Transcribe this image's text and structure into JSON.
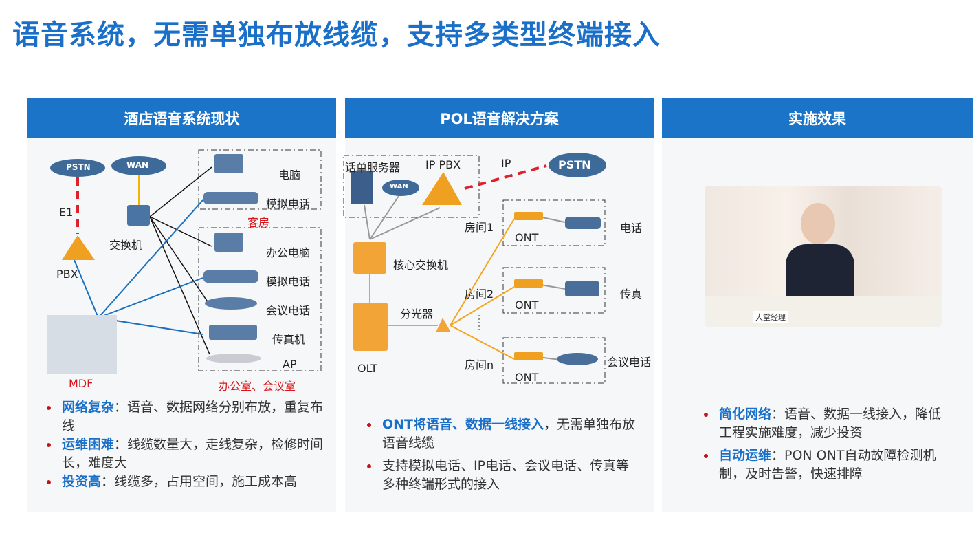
{
  "title": "语音系统，无需单独布放线缆，支持多类型终端接入",
  "panels": [
    {
      "header": "酒店语音系统现状",
      "labels": {
        "pstn": "PSTN",
        "wan": "WAN",
        "e1": "E1",
        "pbx": "PBX",
        "switch": "交换机",
        "mdf": "MDF",
        "pc": "电脑",
        "analog_phone": "模拟电话",
        "guest_room": "客房",
        "office_pc": "办公电脑",
        "analog_phone2": "模拟电话",
        "conf_phone": "会议电话",
        "fax": "传真机",
        "ap": "AP",
        "office": "办公室、会议室"
      },
      "bullets": [
        {
          "key": "网络复杂",
          "text": "：语音、数据网络分别布放，重复布线"
        },
        {
          "key": "运维困难",
          "text": "：线缆数量大，走线复杂，检修时间长，难度大"
        },
        {
          "key": "投资高",
          "text": "：线缆多，占用空间，施工成本高"
        }
      ]
    },
    {
      "header": "POL语音解决方案",
      "labels": {
        "billing_server": "话单服务器",
        "ip_pbx": "IP PBX",
        "wan": "WAN",
        "ip": "IP",
        "pstn": "PSTN",
        "core_switch": "核心交换机",
        "olt": "OLT",
        "splitter": "分光器",
        "room1": "房间1",
        "room2": "房间2",
        "roomn": "房间n",
        "ont1": "ONT",
        "ont2": "ONT",
        "ont3": "ONT",
        "phone": "电话",
        "fax": "传真",
        "conf_phone": "会议电话"
      },
      "bullets": [
        {
          "key": "ONT将语音、数据一线接入",
          "text": "，无需单独布放语音线缆"
        },
        {
          "key": "",
          "text": "支持模拟电话、IP电话、会议电话、传真等多种终端形式的接入"
        }
      ]
    },
    {
      "header": "实施效果",
      "photo_sign": "大堂经理",
      "bullets": [
        {
          "key": "简化网络",
          "text": "：语音、数据一线接入，降低工程实施难度，减少投资"
        },
        {
          "key": "自动运维",
          "text": "：PON ONT自动故障检测机制，及时告警，快速排障"
        }
      ]
    }
  ]
}
